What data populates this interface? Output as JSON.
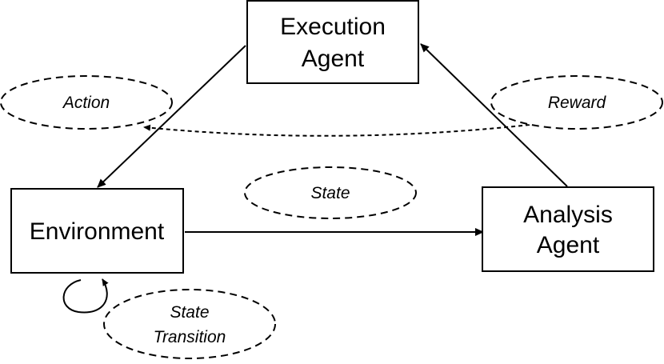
{
  "nodes": {
    "execution_agent": {
      "line1": "Execution",
      "line2": "Agent"
    },
    "environment": {
      "label": "Environment"
    },
    "analysis_agent": {
      "line1": "Analysis",
      "line2": "Agent"
    }
  },
  "signals": {
    "action": "Action",
    "reward": "Reward",
    "state": "State",
    "state_transition": {
      "line1": "State",
      "line2": "Transition"
    }
  }
}
